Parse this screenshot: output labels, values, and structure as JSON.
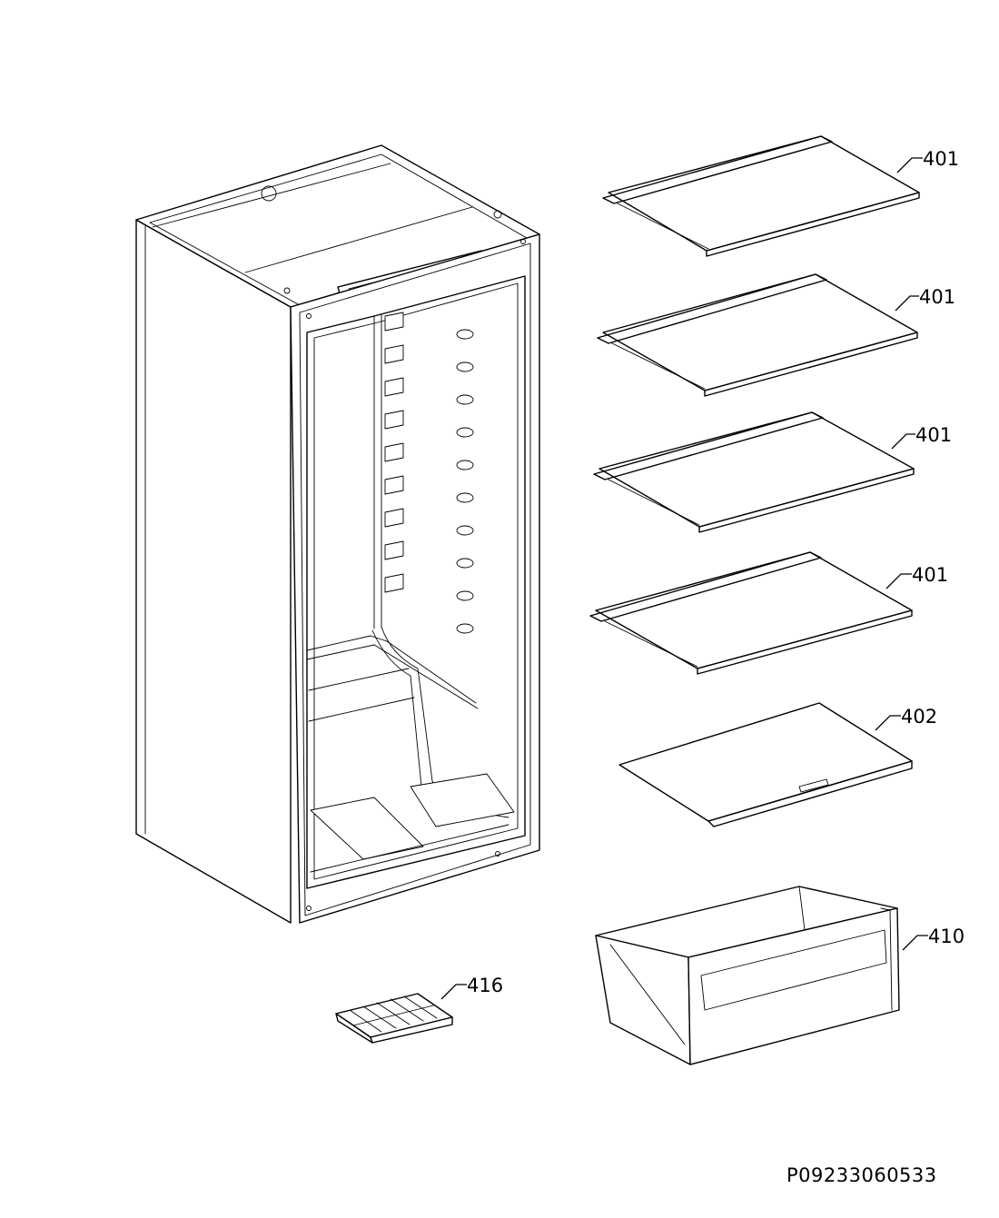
{
  "parts": [
    {
      "number": "401"
    },
    {
      "number": "401"
    },
    {
      "number": "401"
    },
    {
      "number": "401"
    },
    {
      "number": "402"
    },
    {
      "number": "410"
    },
    {
      "number": "416"
    }
  ],
  "document_id": "P09233060533"
}
